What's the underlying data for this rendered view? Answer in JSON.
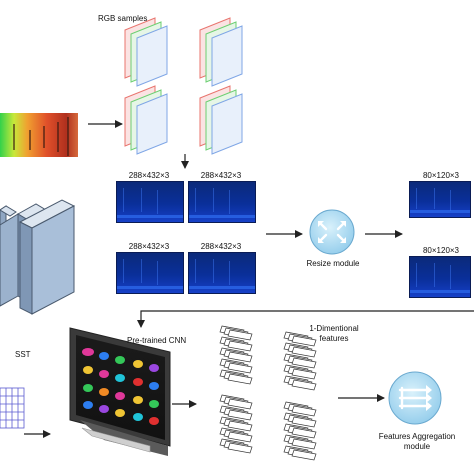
{
  "labels": {
    "rgb_samples": "RGB samples",
    "dim_big_1": "288×432×3",
    "dim_big_2": "288×432×3",
    "dim_big_3": "288×432×3",
    "dim_big_4": "288×432×3",
    "dim_small_1": "80×120×3",
    "dim_small_2": "80×120×3",
    "resize_module": "Resize module",
    "sst": "SST",
    "pretrained_cnn": "Pre-trained CNN",
    "one_dim_features": "1-Dimentional\nfeatures",
    "features_aggregation": "Features Aggregation\nmodule"
  },
  "colors": {
    "arrow": "#222222",
    "sample_red": "#e8746e",
    "sample_green": "#6ccf72",
    "sample_blue": "#7fa6e6",
    "spectrogram": "#0a2f9a",
    "module_circle": "#9fd3ef",
    "slab_face": "#a9bfd9",
    "monitor": "#3a3a3a"
  },
  "icons": {
    "resize": "four-way-arrows-icon",
    "aggregation": "merge-arrows-icon",
    "monitor": "monitor-icon"
  }
}
